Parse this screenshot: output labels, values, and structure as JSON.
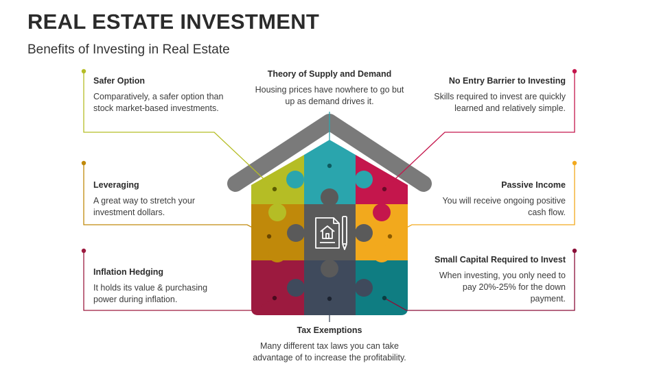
{
  "header": {
    "title": "REAL ESTATE INVESTMENT",
    "subtitle": "Benefits of Investing in Real Estate"
  },
  "benefits": {
    "safer": {
      "title": "Safer Option",
      "desc": "Comparatively, a safer option than stock market-based investments.",
      "color": "#b5bd25"
    },
    "supply": {
      "title": "Theory of Supply and Demand",
      "desc": "Housing prices have nowhere to go but up as demand drives it.",
      "color": "#2aa5ad"
    },
    "barrier": {
      "title": "No Entry Barrier to Investing",
      "desc": "Skills required to invest are quickly learned and relatively simple.",
      "color": "#c4164c"
    },
    "leveraging": {
      "title": "Leveraging",
      "desc": "A great way to stretch your investment dollars.",
      "color": "#c0890a"
    },
    "passive": {
      "title": "Passive Income",
      "desc": "You will receive ongoing positive cash flow.",
      "color": "#f2a91d"
    },
    "inflation": {
      "title": "Inflation Hedging",
      "desc": "It holds its value & purchasing power during inflation.",
      "color": "#9c1a3f"
    },
    "small": {
      "title": "Small Capital Required to Invest",
      "desc": "When investing, you only need to pay 20%-25% for the down payment.",
      "color": "#8a0f38"
    },
    "tax": {
      "title": "Tax Exemptions",
      "desc": "Many different tax laws you can take advantage of to increase the profitability.",
      "color": "#3f4a5c"
    }
  },
  "icons": {
    "center": "property-document-icon"
  },
  "colors": {
    "roof": "#7a7a7a",
    "center": "#5a5a5a",
    "teal_dark": "#0f7d82"
  }
}
